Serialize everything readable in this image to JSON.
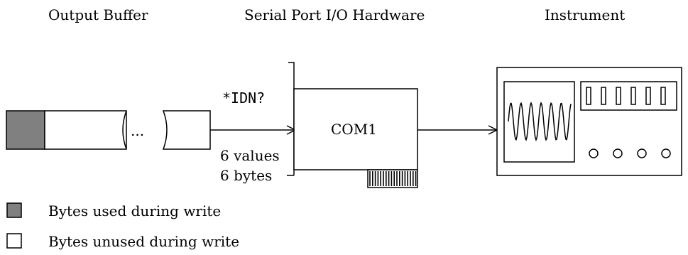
{
  "headings": {
    "output_buffer": "Output Buffer",
    "serial_port": "Serial Port I/O Hardware",
    "instrument": "Instrument"
  },
  "command": "*IDN?",
  "port_label": "COM1",
  "ellipsis": "...",
  "transfer": {
    "values": "6 values",
    "bytes": "6 bytes"
  },
  "legend": {
    "used": "Bytes used during write",
    "unused": "Bytes unused during write"
  },
  "colors": {
    "used_fill": "#808080",
    "unused_fill": "#ffffff",
    "line": "#000000"
  }
}
